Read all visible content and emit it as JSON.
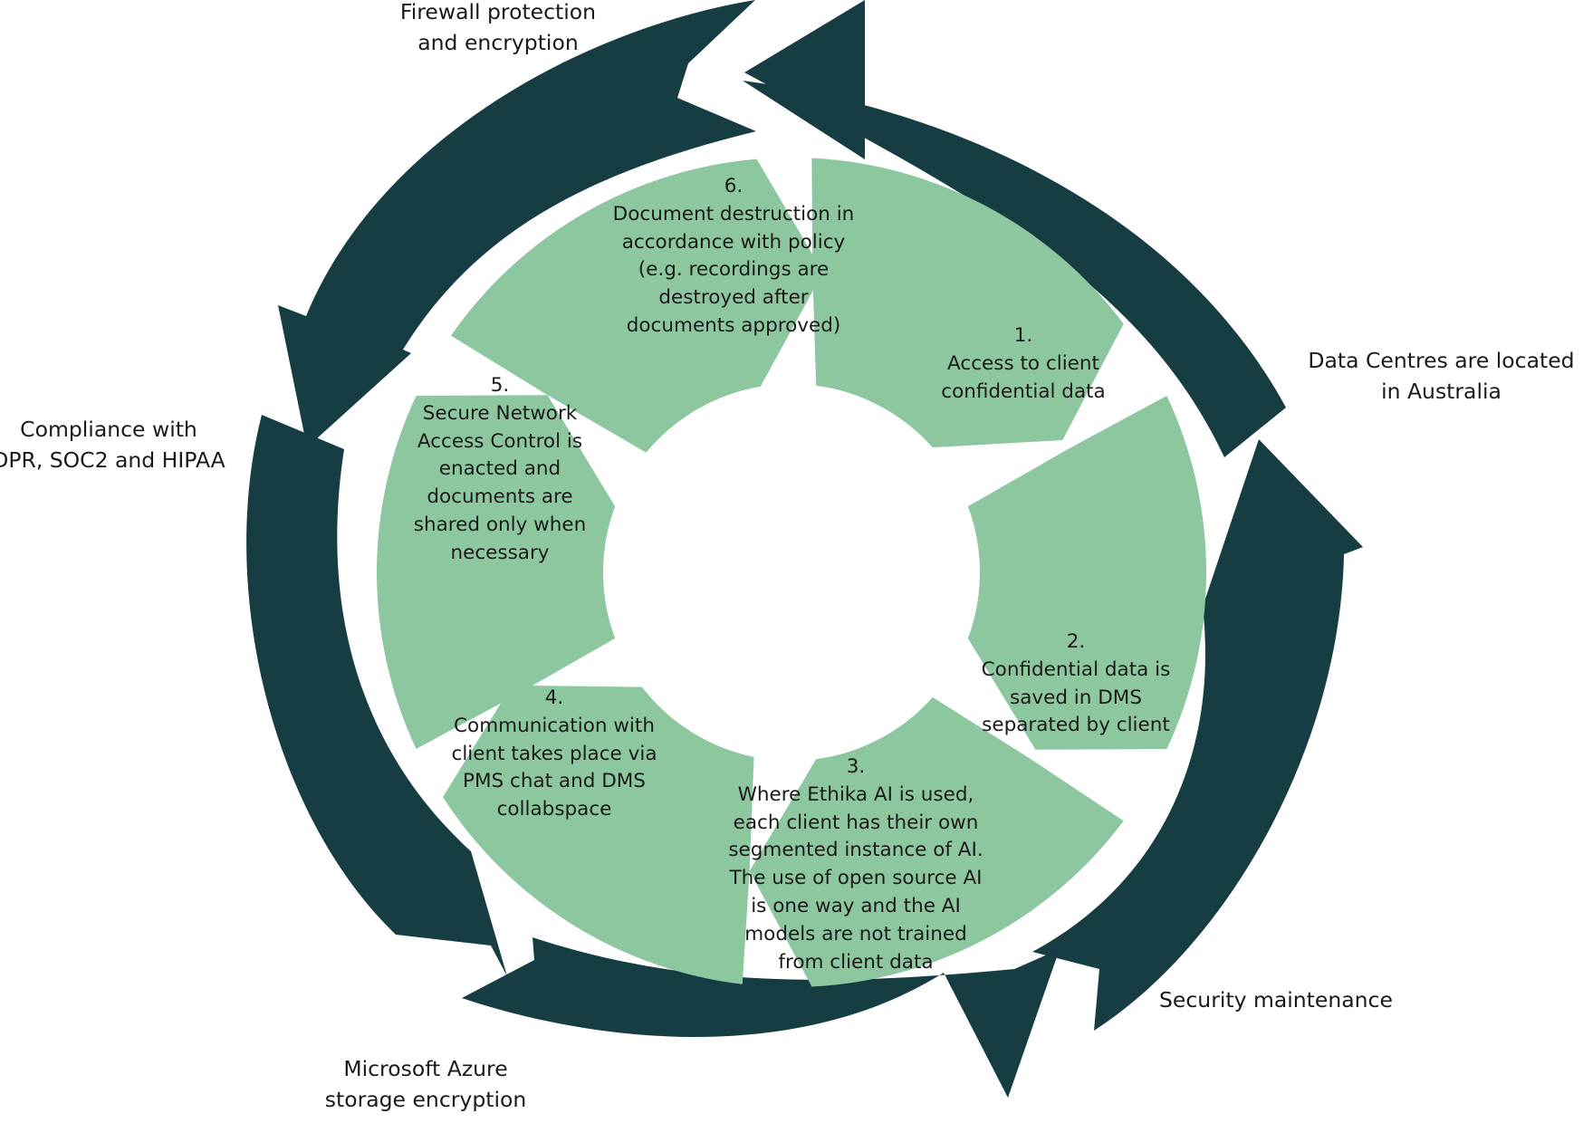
{
  "colors": {
    "ring_arrow": "#163d42",
    "segment": "#8dc79f",
    "background": "#ffffff",
    "text": "#1a1a1a"
  },
  "outer_labels": {
    "firewall": "Firewall protection\nand encryption",
    "data_centres": "Data Centres are located\nin Australia",
    "security_maintenance": "Security maintenance",
    "azure": "Microsoft Azure\nstorage encryption",
    "compliance": "Compliance with\nDPR, SOC2 and HIPAA"
  },
  "steps": [
    {
      "number": "1.",
      "text": "Access to client\nconfidential data"
    },
    {
      "number": "2.",
      "text": "Confidential data is\nsaved in DMS\nseparated by client"
    },
    {
      "number": "3.",
      "text": "Where Ethika AI is used,\neach client has their own\nsegmented instance of AI.\nThe use of open source AI\nis one way and the AI\nmodels are not trained\nfrom client data"
    },
    {
      "number": "4.",
      "text": "Communication with\nclient takes place via\nPMS chat and DMS\ncollabspace"
    },
    {
      "number": "5.",
      "text": "Secure Network\nAccess Control is\nenacted and\ndocuments are\nshared only when\nnecessary"
    },
    {
      "number": "6.",
      "text": "Document destruction in\naccordance with policy\n(e.g. recordings are\ndestroyed after\ndocuments approved)"
    }
  ]
}
